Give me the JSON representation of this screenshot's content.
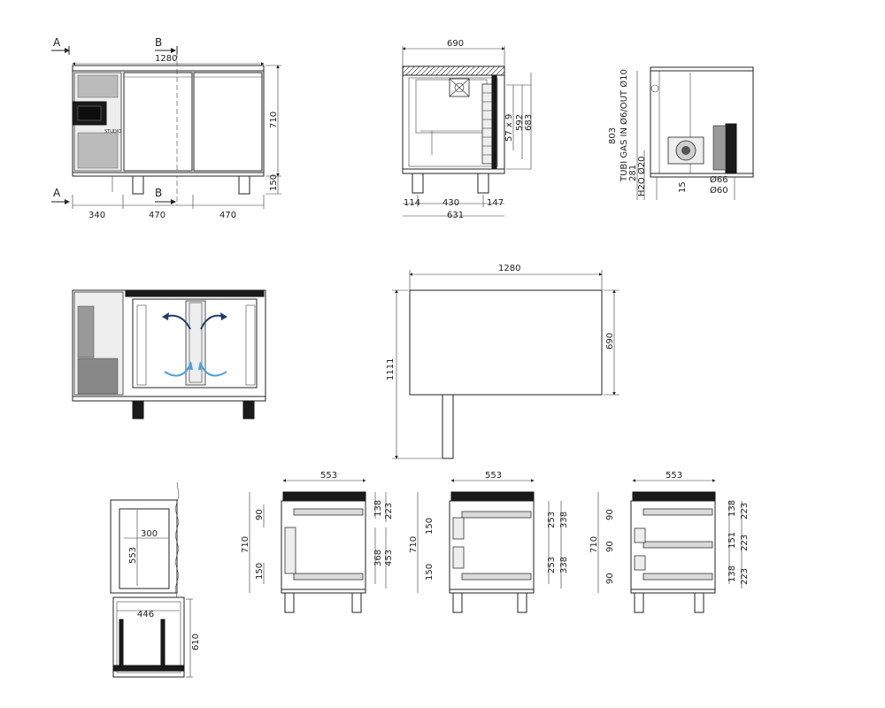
{
  "section_markers": {
    "a": "A",
    "b": "B"
  },
  "brand_label": "STUDIO",
  "front_view": {
    "total_width": "1280",
    "height": "710",
    "leg_height": "150",
    "seg1": "340",
    "seg2": "470",
    "seg3": "470"
  },
  "side_view": {
    "depth": "690",
    "inner_h1": "57 x 9",
    "inner_h2": "592",
    "inner_h3": "683",
    "bottom1": "114",
    "bottom2": "430",
    "bottom3": "147",
    "bottom_total": "631"
  },
  "gas_view": {
    "total_h": "803",
    "gas_label": "TUBI GAS IN Ø6/OUT Ø10",
    "h281": "281",
    "h2o": "H2O Ø20",
    "h15": "15",
    "d66": "Ø66",
    "d60": "Ø60"
  },
  "plan_view": {
    "width": "1280",
    "depth": "690",
    "overall": "1111"
  },
  "tray_view": {
    "w300": "300",
    "h553": "553",
    "w446": "446",
    "h610": "610"
  },
  "config_views": [
    {
      "top_w": "553",
      "h710": "710",
      "l90": "90",
      "l150": "150",
      "r138": "138",
      "r223": "223",
      "r368": "368",
      "r453": "453"
    },
    {
      "top_w": "553",
      "h710": "710",
      "l150a": "150",
      "l150b": "150",
      "r253a": "253",
      "r338a": "338",
      "r253b": "253",
      "r338b": "338"
    },
    {
      "top_w": "553",
      "h710": "710",
      "l90a": "90",
      "l90b": "90",
      "l90c": "90",
      "r138a": "138",
      "r223a": "223",
      "r151": "151",
      "r223b": "223",
      "r138c": "138",
      "r223c": "223"
    }
  ],
  "icons": [
    "air-flow-arrow-icon",
    "louvre-grille-icon",
    "fan-icon",
    "compressor-icon"
  ],
  "colors": {
    "airflow_dark": "#1f3d66",
    "airflow_light": "#4aa0d8"
  }
}
